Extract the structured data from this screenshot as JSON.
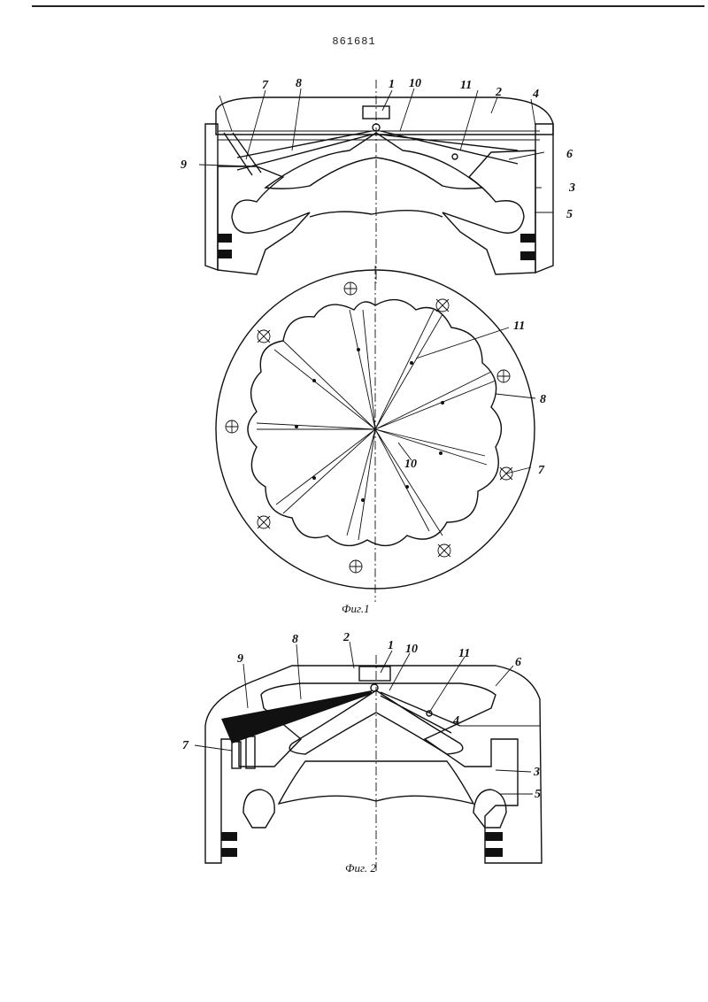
{
  "header": {
    "doc_number": "861681"
  },
  "figure1": {
    "caption": "Фиг.1",
    "labels": {
      "l1": "1",
      "l2": "2",
      "l3": "3",
      "l4": "4",
      "l5": "5",
      "l6": "6",
      "l7": "7",
      "l8": "8",
      "l9": "9",
      "l10": "10",
      "l11": "11"
    },
    "plan_labels": {
      "l11": "11",
      "l8": "8",
      "l10": "10",
      "l7": "7"
    }
  },
  "figure2": {
    "caption": "Фиг. 2",
    "labels": {
      "l1": "1",
      "l2": "2",
      "l3": "3",
      "l4": "4",
      "l5": "5",
      "l6": "6",
      "l7": "7",
      "l8": "8",
      "l9": "9",
      "l10": "10",
      "l11": "11"
    }
  }
}
